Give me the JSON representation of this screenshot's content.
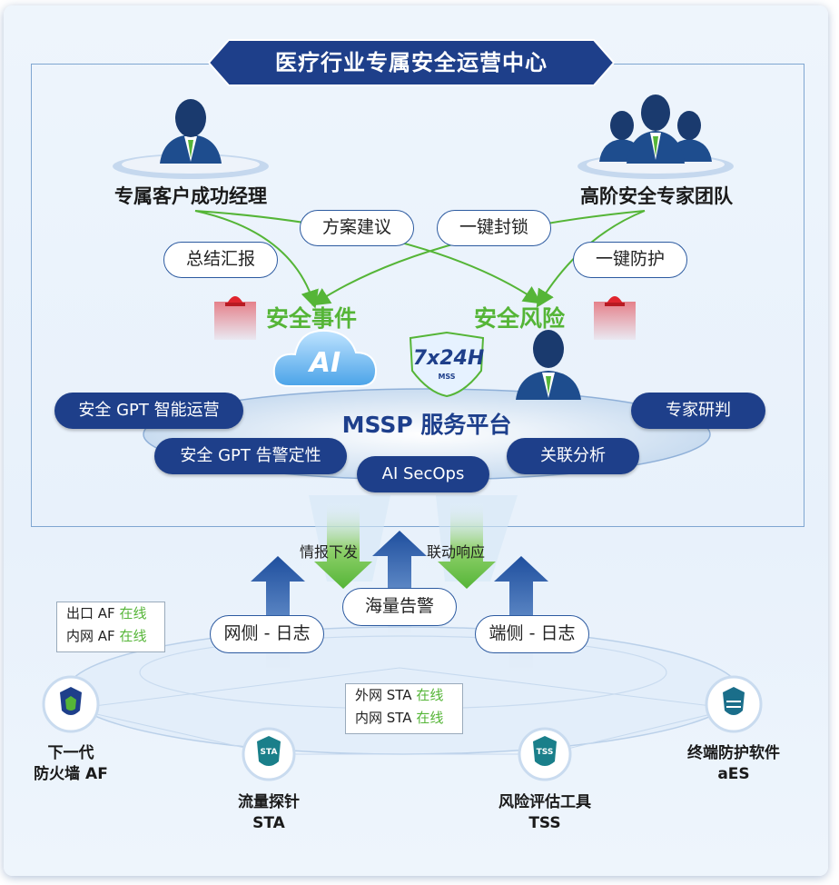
{
  "title": "医疗行业专属安全运营中心",
  "roles": {
    "manager": "专属客户成功经理",
    "experts": "高阶安全专家团队"
  },
  "flow_tags": {
    "summary": "总结汇报",
    "advice": "方案建议",
    "block": "一键封锁",
    "protect": "一键防护"
  },
  "events": {
    "incident": "安全事件",
    "risk": "安全风险"
  },
  "badge_7x24": "7x24H",
  "badge_mss": "MSS",
  "ai_logo": "AI",
  "platform": {
    "name": "MSSP 服务平台",
    "gpt_ops": "安全 GPT 智能运营",
    "gpt_alert": "安全 GPT 告警定性",
    "secops": "AI SecOps",
    "correlation": "关联分析",
    "expert_judge": "专家研判"
  },
  "intel_down": "情报下发",
  "linkage_resp": "联动响应",
  "mass_alert": "海量告警",
  "net_log": "网侧 - 日志",
  "end_log": "端侧 - 日志",
  "af_status": {
    "exit_label": "出口 AF",
    "inner_label": "内网 AF",
    "state": "在线"
  },
  "sta_status": {
    "outer_label": "外网 STA",
    "inner_label": "内网 STA",
    "state": "在线"
  },
  "nodes": {
    "af_line1": "下一代",
    "af_line2": "防火墙 AF",
    "sta_line1": "流量探针",
    "sta_line2": "STA",
    "tss_line1": "风险评估工具",
    "tss_line2": "TSS",
    "aes_line1": "终端防护软件",
    "aes_line2": "aES",
    "sta_badge": "STA",
    "tss_badge": "TSS"
  },
  "colors": {
    "navy": "#1e3f8a",
    "green": "#55b537",
    "blue_arrow": "#2a5ca8",
    "alarm_red": "#e0242e"
  }
}
